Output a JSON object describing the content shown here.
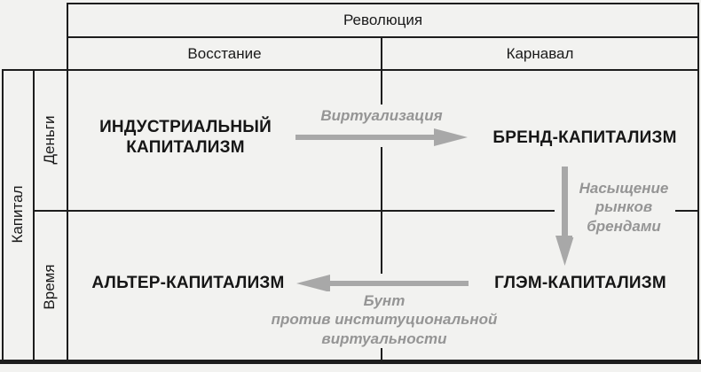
{
  "diagram": {
    "top_axis": {
      "title": "Революция",
      "col_left": "Восстание",
      "col_right": "Карнавал"
    },
    "left_axis": {
      "title": "Капитал",
      "row_top": "Деньги",
      "row_bottom": "Время"
    },
    "quadrants": {
      "top_left": "ИНДУСТРИАЛЬНЫЙ\nКАПИТАЛИЗМ",
      "top_right": "БРЕНД-КАПИТАЛИЗМ",
      "bottom_left": "АЛЬТЕР-КАПИТАЛИЗМ",
      "bottom_right": "ГЛЭМ-КАПИТАЛИЗМ"
    },
    "transitions": {
      "virtualization": {
        "label": "Виртуализация",
        "direction": "right"
      },
      "saturation": {
        "label": "Насыщение\nрынков\nбрендами",
        "direction": "down"
      },
      "revolt": {
        "label": "Бунт\nпротив институциональной\nвиртуальности",
        "direction": "left"
      }
    },
    "colors": {
      "background": "#f2f2f0",
      "line": "#1d1d1d",
      "bold_text": "#161616",
      "arrow_gray": "#a8a8a8",
      "label_gray": "#959595"
    }
  }
}
